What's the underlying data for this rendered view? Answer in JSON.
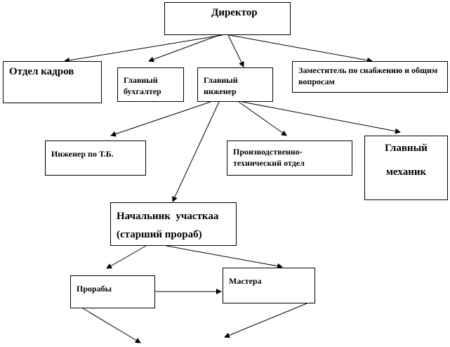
{
  "nodes": {
    "director": "Директор",
    "hr": "Отдел кадров",
    "accountant": "Главный бухгалтер",
    "chief_engineer": "Главный инженер",
    "deputy": "Заместитель по снабжению и общим вопросам",
    "safety_engineer": "Инженер по Т.Б.",
    "pto": "Производственно-технический отдел",
    "chief_mechanic": "Главный механик",
    "site_head_1": "Начальник  участкаа",
    "site_head_2": "(старший прораб)",
    "foremen": "Прорабы",
    "masters": "Мастера"
  }
}
